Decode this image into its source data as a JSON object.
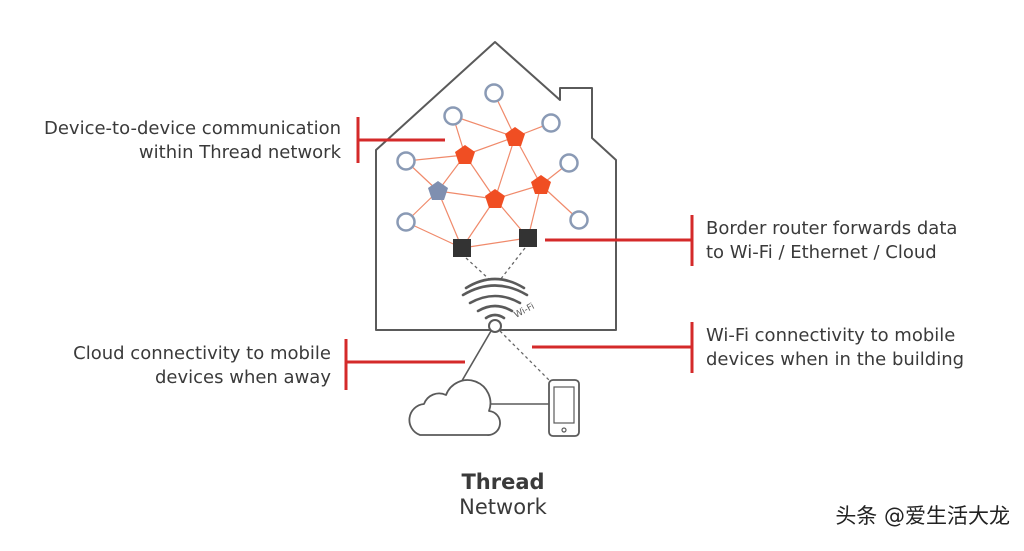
{
  "labels": {
    "device_to_device": [
      "Device-to-device communication",
      "within Thread network"
    ],
    "border_router": [
      "Border router forwards data",
      "to Wi-Fi / Ethernet / Cloud"
    ],
    "cloud": [
      "Cloud connectivity to mobile",
      "devices when away"
    ],
    "wifi": [
      "Wi-Fi connectivity to mobile",
      "devices when in the building"
    ]
  },
  "wifi_icon_text": "Wi-Fi",
  "title": {
    "main": "Thread",
    "sub": "Network"
  },
  "watermark": "头条 @爱生活大龙",
  "colors": {
    "accent_red": "#d42a2a",
    "orange_node": "#f04e23",
    "mesh_line": "#f08a6b",
    "outline": "#5a5a5a",
    "circle_stroke": "#8a9ab5",
    "blue_node": "#7f8fb0",
    "text": "#3a3a3a",
    "router_node": "#333333"
  },
  "icons": [
    "house-outline",
    "wifi-icon",
    "cloud-icon",
    "smartphone-icon"
  ]
}
